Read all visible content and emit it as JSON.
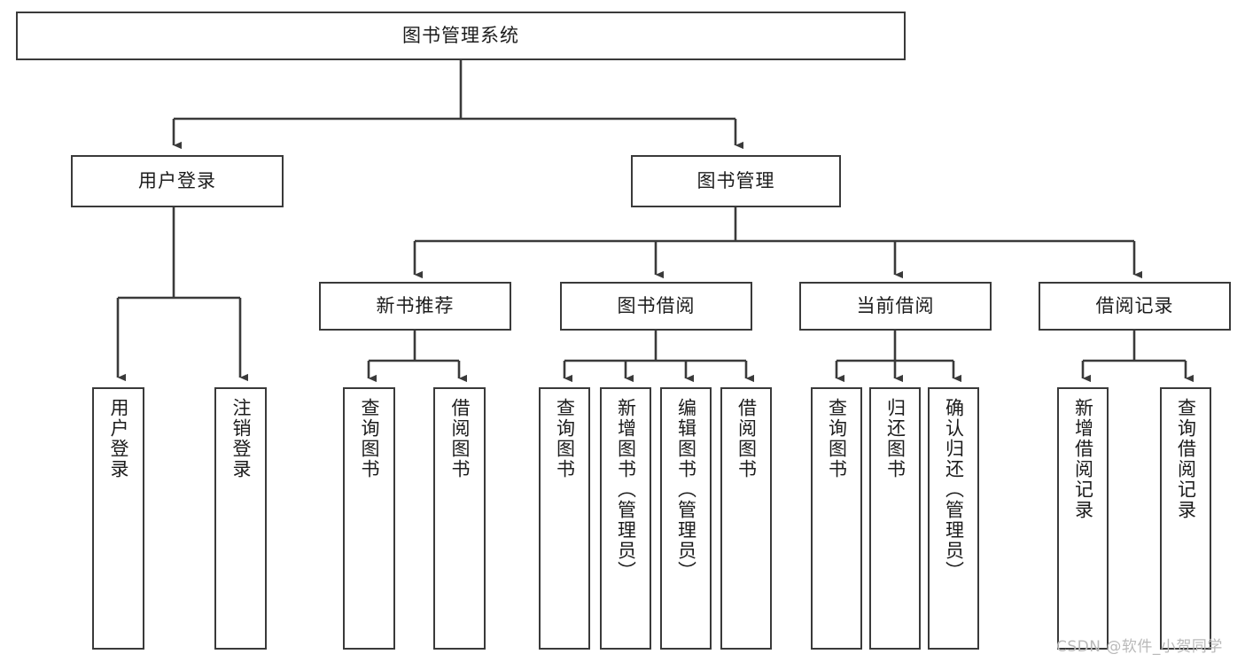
{
  "diagram": {
    "title": "图书管理系统",
    "type": "tree-hierarchy",
    "root": {
      "id": "root",
      "label": "图书管理系统"
    },
    "level2": [
      {
        "id": "user-login",
        "label": "用户登录"
      },
      {
        "id": "book-manage",
        "label": "图书管理"
      }
    ],
    "level3": [
      {
        "id": "new-book-rec",
        "label": "新书推荐",
        "parent": "book-manage"
      },
      {
        "id": "book-borrow",
        "label": "图书借阅",
        "parent": "book-manage"
      },
      {
        "id": "current-borrow",
        "label": "当前借阅",
        "parent": "book-manage"
      },
      {
        "id": "borrow-record",
        "label": "借阅记录",
        "parent": "book-manage"
      }
    ],
    "leaves": [
      {
        "id": "leaf-user-login",
        "label": "用户登录",
        "parent": "user-login"
      },
      {
        "id": "leaf-user-logout",
        "label": "注销登录",
        "parent": "user-login"
      },
      {
        "id": "leaf-query-book-1",
        "label": "查询图书",
        "parent": "new-book-rec"
      },
      {
        "id": "leaf-borrow-book-1",
        "label": "借阅图书",
        "parent": "new-book-rec"
      },
      {
        "id": "leaf-query-book-2",
        "label": "查询图书",
        "parent": "book-borrow"
      },
      {
        "id": "leaf-add-book",
        "label": "新增图书（管理员）",
        "parent": "book-borrow"
      },
      {
        "id": "leaf-edit-book",
        "label": "编辑图书（管理员）",
        "parent": "book-borrow"
      },
      {
        "id": "leaf-borrow-book-2",
        "label": "借阅图书",
        "parent": "book-borrow"
      },
      {
        "id": "leaf-query-book-3",
        "label": "查询图书",
        "parent": "current-borrow"
      },
      {
        "id": "leaf-return-book",
        "label": "归还图书",
        "parent": "current-borrow"
      },
      {
        "id": "leaf-confirm-return",
        "label": "确认归还（管理员）",
        "parent": "current-borrow"
      },
      {
        "id": "leaf-add-record",
        "label": "新增借阅记录",
        "parent": "borrow-record"
      },
      {
        "id": "leaf-query-record",
        "label": "查询借阅记录",
        "parent": "borrow-record"
      }
    ]
  },
  "watermark": {
    "text": "CSDN @软件_小贺同学"
  },
  "colors": {
    "stroke": "#3a3a3a",
    "text": "#1c1c1c",
    "background": "#ffffff",
    "watermark": "#b9b9b9"
  }
}
